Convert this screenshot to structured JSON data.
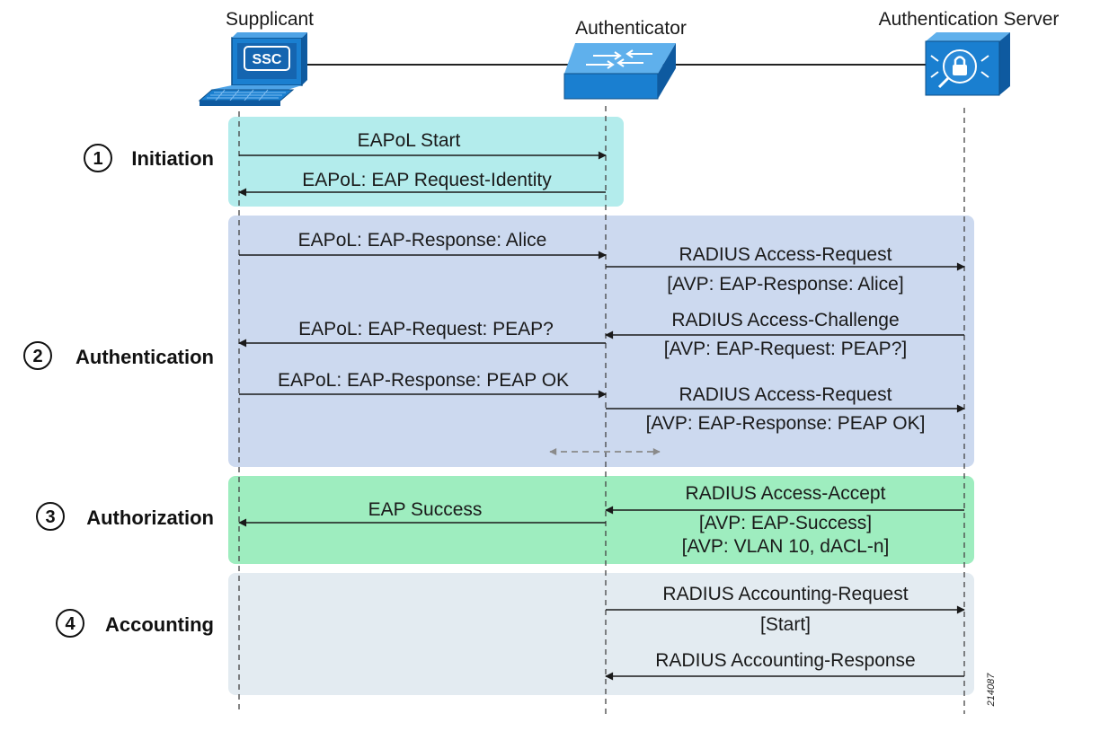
{
  "actors": {
    "supplicant": "Supplicant",
    "authenticator": "Authenticator",
    "server": "Authentication Server"
  },
  "laptop_screen_text": "SSC",
  "phases": [
    {
      "number": "1",
      "name": "Initiation"
    },
    {
      "number": "2",
      "name": "Authentication"
    },
    {
      "number": "3",
      "name": "Authorization"
    },
    {
      "number": "4",
      "name": "Accounting"
    }
  ],
  "messages": {
    "m1": "EAPoL Start",
    "m2": "EAPoL: EAP Request-Identity",
    "m3": "EAPoL: EAP-Response: Alice",
    "m4a": "RADIUS Access-Request",
    "m4b": "[AVP: EAP-Response: Alice]",
    "m5a": "RADIUS Access-Challenge",
    "m5b": "[AVP: EAP-Request: PEAP?]",
    "m6": "EAPoL: EAP-Request: PEAP?",
    "m7": "EAPoL: EAP-Response: PEAP OK",
    "m8a": "RADIUS Access-Request",
    "m8b": "[AVP: EAP-Response: PEAP OK]",
    "m9a": "RADIUS Access-Accept",
    "m9b": "[AVP: EAP-Success]",
    "m9c": "[AVP: VLAN 10, dACL-n]",
    "m10": "EAP Success",
    "m11a": "RADIUS Accounting-Request",
    "m11b": "[Start]",
    "m12": "RADIUS Accounting-Response"
  },
  "figure_id": "214087",
  "colors": {
    "initiation": "#b3ecec",
    "authentication": "#ccd9ef",
    "authorization": "#9eedbf",
    "accounting": "#e3ebf1",
    "device_blue": "#1a7fd0"
  }
}
